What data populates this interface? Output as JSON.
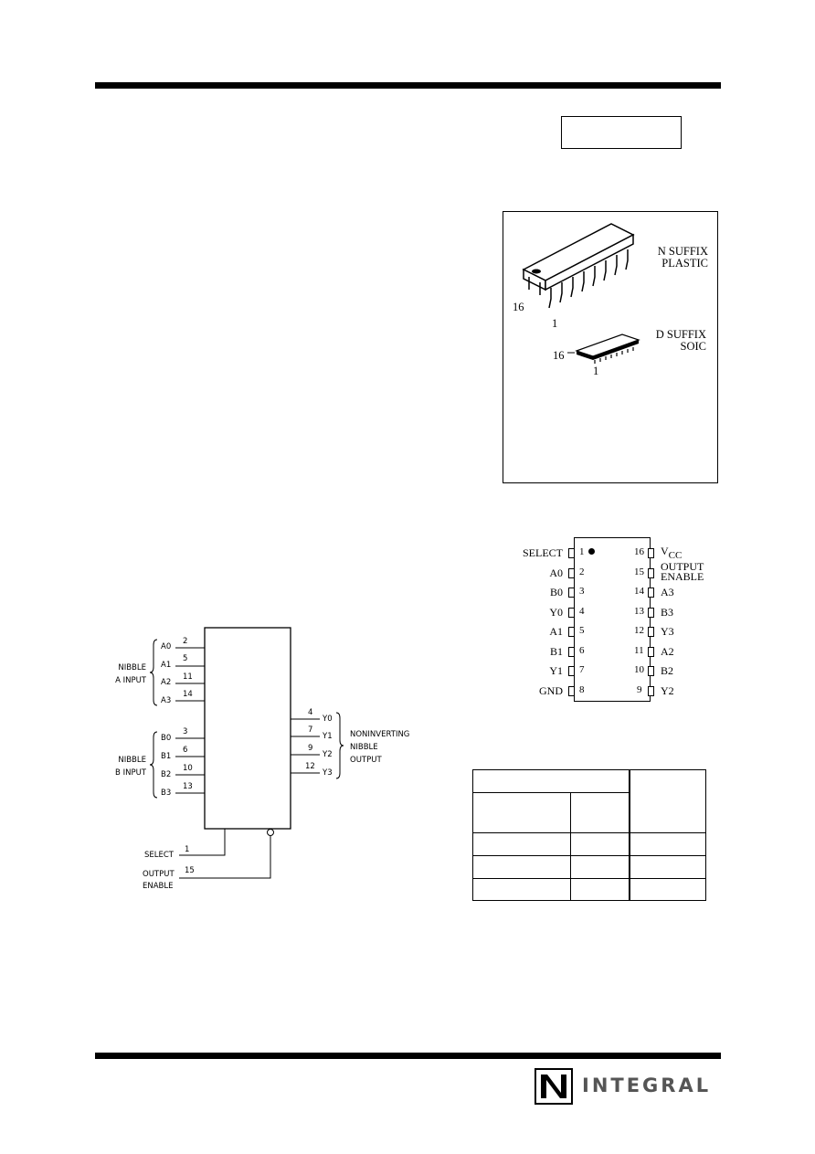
{
  "package": {
    "n_suffix_line1": "N SUFFIX",
    "n_suffix_line2": "PLASTIC",
    "d_suffix_line1": "D SUFFIX",
    "d_suffix_line2": "SOIC",
    "dip_pin_16": "16",
    "dip_pin_1": "1",
    "soic_pin_16": "16",
    "soic_pin_1": "1"
  },
  "pinout": {
    "left": [
      {
        "name": "SELECT",
        "num": "1"
      },
      {
        "name": "A0",
        "num": "2"
      },
      {
        "name": "B0",
        "num": "3"
      },
      {
        "name": "Y0",
        "num": "4"
      },
      {
        "name": "A1",
        "num": "5"
      },
      {
        "name": "B1",
        "num": "6"
      },
      {
        "name": "Y1",
        "num": "7"
      },
      {
        "name": "GND",
        "num": "8"
      }
    ],
    "right": [
      {
        "name": "V",
        "sub": "CC",
        "num": "16"
      },
      {
        "name": "OUTPUT",
        "name2": "ENABLE",
        "num": "15"
      },
      {
        "name": "A3",
        "num": "14"
      },
      {
        "name": "B3",
        "num": "13"
      },
      {
        "name": "Y3",
        "num": "12"
      },
      {
        "name": "A2",
        "num": "11"
      },
      {
        "name": "B2",
        "num": "10"
      },
      {
        "name": "Y2",
        "num": "9"
      }
    ]
  },
  "logic": {
    "nibble_a_1": "NIBBLE",
    "nibble_a_2": "A INPUT",
    "nibble_b_1": "NIBBLE",
    "nibble_b_2": "B INPUT",
    "out_1": "NONINVERTING",
    "out_2": "NIBBLE",
    "out_3": "OUTPUT",
    "a_pins": [
      {
        "name": "A0",
        "num": "2"
      },
      {
        "name": "A1",
        "num": "5"
      },
      {
        "name": "A2",
        "num": "11"
      },
      {
        "name": "A3",
        "num": "14"
      }
    ],
    "b_pins": [
      {
        "name": "B0",
        "num": "3"
      },
      {
        "name": "B1",
        "num": "6"
      },
      {
        "name": "B2",
        "num": "10"
      },
      {
        "name": "B3",
        "num": "13"
      }
    ],
    "y_pins": [
      {
        "name": "Y0",
        "num": "4"
      },
      {
        "name": "Y1",
        "num": "7"
      },
      {
        "name": "Y2",
        "num": "9"
      },
      {
        "name": "Y3",
        "num": "12"
      }
    ],
    "select_label": "SELECT",
    "select_num": "1",
    "oe_label_1": "OUTPUT",
    "oe_label_2": "ENABLE",
    "oe_num": "15"
  },
  "logo": {
    "text": "INTEGRAL"
  }
}
